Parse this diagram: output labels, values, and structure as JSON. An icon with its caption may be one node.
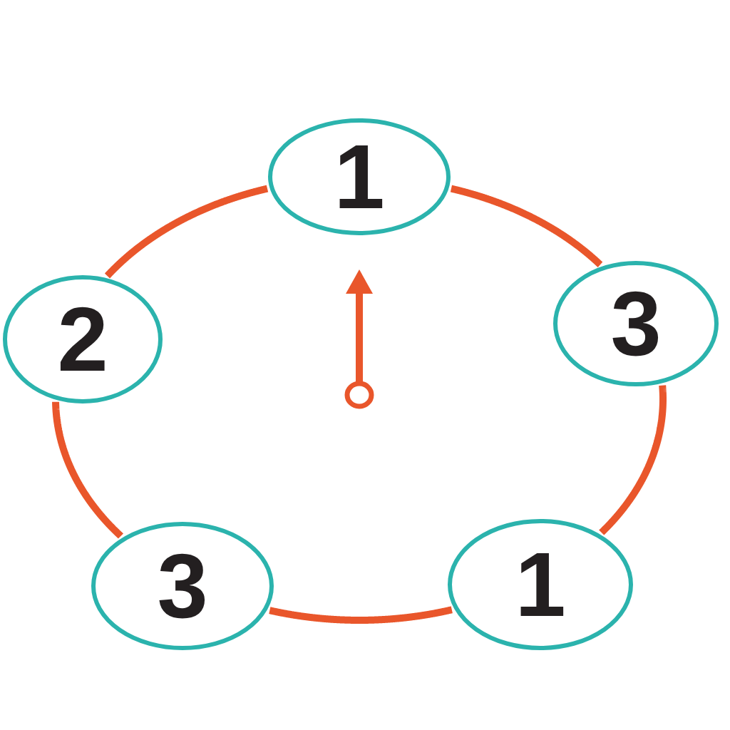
{
  "diagram": {
    "nodes": [
      {
        "text": [
          "1"
        ]
      },
      {
        "text": [
          "2"
        ]
      },
      {
        "text": [
          "3"
        ]
      },
      {
        "text": [
          "3"
        ]
      },
      {
        "text": [
          "1"
        ]
      }
    ],
    "edges": [
      {
        "from": 0,
        "to": 2,
        "arrow": "none"
      },
      {
        "from": 2,
        "to": 4,
        "arrow": "none"
      },
      {
        "from": 4,
        "to": 3,
        "arrow": "none"
      },
      {
        "from": 3,
        "to": 1,
        "arrow": "none"
      },
      {
        "from": 1,
        "to": 0,
        "arrow": "none"
      }
    ]
  }
}
